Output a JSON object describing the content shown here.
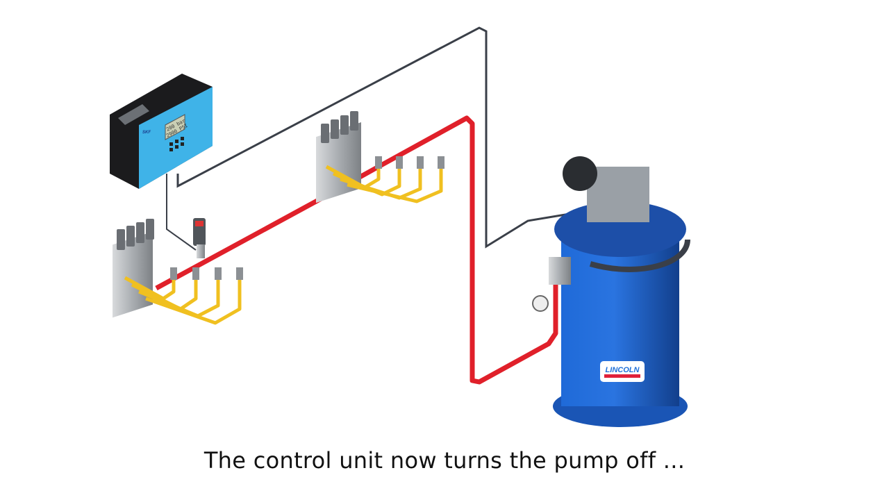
{
  "caption": "The control unit now turns the pump off ...",
  "control_unit": {
    "brand": "SKF",
    "display_line1": "200 bar",
    "display_line2": "2900 PSI"
  },
  "pump": {
    "brand": "LINCOLN"
  },
  "colors": {
    "supply_line": "#e0202a",
    "signal_cable": "#3a3f48",
    "feed_lines": "#f0c020",
    "reservoir": "#1a5fc8",
    "control_panel": "#3fb3e8"
  }
}
